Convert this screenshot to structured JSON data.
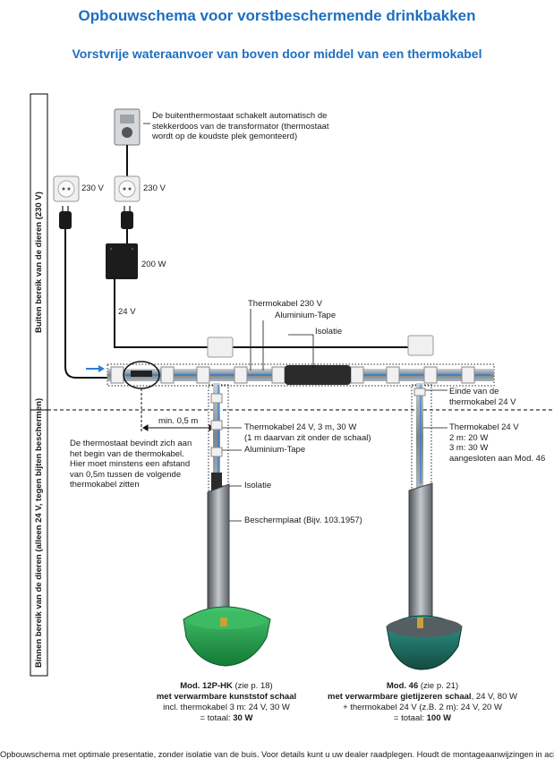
{
  "title": "Opbouwschema voor vorstbeschermende drinkbakken",
  "subtitle": "Vorstvrije wateraanvoer van boven door middel van een thermokabel",
  "zones": {
    "outside": "Buiten bereik van de dieren (230 V)",
    "inside": "Binnen bereik van de dieren (alleen 24 V, tegen bijten beschermen)"
  },
  "labels": {
    "outdoor_thermostat": [
      "De buitenthermostaat schakelt automatisch de",
      "stekkerdoos van de transformator (thermostaat",
      "wordt op de koudste plek gemonteerd)"
    ],
    "socket_left_voltage": "230 V",
    "socket_right_voltage": "230 V",
    "transformer_power": "200 W",
    "cable_voltage": "24 V",
    "thermocable_230": "Thermokabel 230 V",
    "aluminium_tape_top": "Aluminium-Tape",
    "insulation_top": "Isolatie",
    "end_thermocable": [
      "Einde van de",
      "thermokabel 24 V"
    ],
    "thermocable_right": [
      "Thermokabel 24 V",
      "2 m: 20 W",
      "3 m: 30 W",
      "aangesloten aan Mod. 46"
    ],
    "min_distance": "min. 0,5 m",
    "thermostat_note": [
      "De thermostaat bevindt zich aan",
      "het begin van de thermokabel.",
      "Hier moet minstens een afstand",
      "van 0,5m tussen de volgende",
      "thermokabel zitten"
    ],
    "thermocable_left": [
      "Thermokabel 24 V, 3 m, 30 W",
      "(1 m daarvan zit onder de schaal)"
    ],
    "aluminium_tape_mid": "Aluminium-Tape",
    "insulation_mid": "Isolatie",
    "protection_plate": "Beschermplaat (Bijv. 103.1957)"
  },
  "captions": {
    "left": {
      "model": "Mod. 12P-HK",
      "model_ref": " (zie p. 18)",
      "bowl": "met verwarmbare kunststof schaal",
      "incl": "incl. thermokabel 3 m: 24 V, 30 W",
      "total_prefix": "= totaal: ",
      "total": "30 W"
    },
    "right": {
      "model": "Mod. 46",
      "model_ref": " (zie p. 21)",
      "bowl": "met verwarmbare gietijzeren schaal",
      "bowl_spec": ", 24 V, 80 W",
      "plus": "+ thermokabel 24 V (z.B. 2 m): 24 V, 20 W",
      "total_prefix": "= totaal: ",
      "total": "100 W"
    }
  },
  "footer": "Opbouwschema met optimale presentatie, zonder isolatie van de buis. Voor details kunt u uw dealer raadplegen. Houdt de montageaanwijzingen in acht!",
  "colors": {
    "title": "#1d6fc0",
    "green_bowl": "#1f9a4a",
    "teal_bowl": "#1f7a6c",
    "pipe": "#8e979e",
    "cable_blue": "#2d7dd2"
  }
}
